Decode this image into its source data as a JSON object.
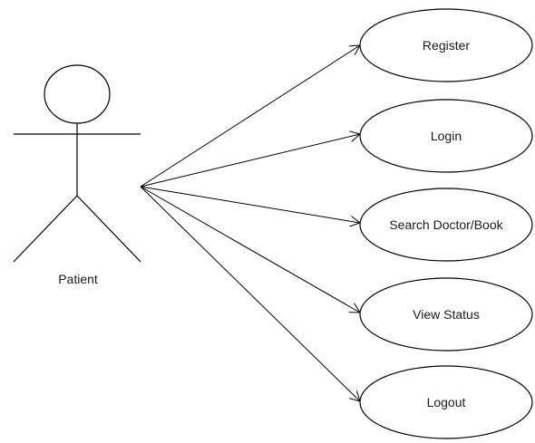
{
  "diagram": {
    "actor": {
      "label": "Patient"
    },
    "use_cases": [
      {
        "label": "Register"
      },
      {
        "label": "Login"
      },
      {
        "label": "Search Doctor/Book"
      },
      {
        "label": "View Status"
      },
      {
        "label": "Logout"
      }
    ],
    "colors": {
      "stroke": "#000000",
      "background": "#ffffff",
      "text": "#1a1a1a"
    }
  }
}
